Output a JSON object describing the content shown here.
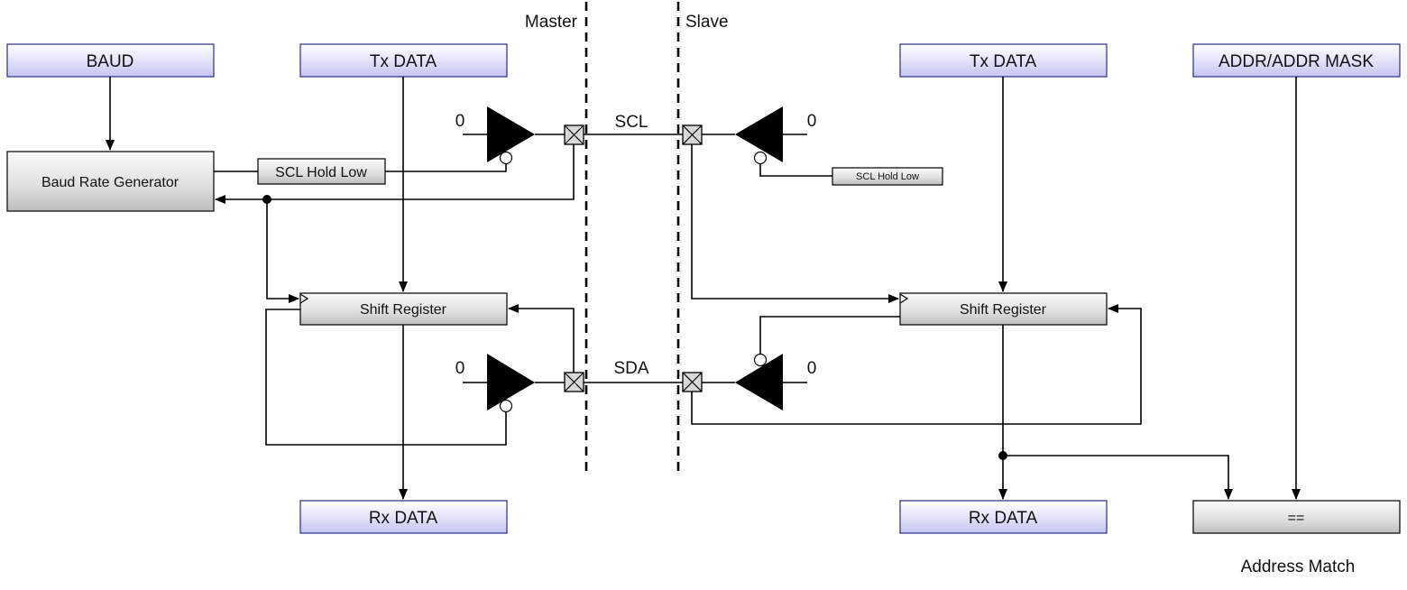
{
  "zones": {
    "master": "Master",
    "slave": "Slave"
  },
  "master": {
    "baud": "BAUD",
    "tx_data": "Tx DATA",
    "baud_rate_generator": "Baud Rate Generator",
    "scl_hold_low": "SCL Hold Low",
    "shift_register": "Shift Register",
    "rx_data": "Rx DATA",
    "scl_driver_input": "0",
    "sda_driver_input": "0"
  },
  "bus": {
    "scl": "SCL",
    "sda": "SDA"
  },
  "slave": {
    "tx_data": "Tx DATA",
    "addr_mask": "ADDR/ADDR MASK",
    "scl_hold_low": "SCL Hold Low",
    "shift_register": "Shift Register",
    "rx_data": "Rx DATA",
    "comparator": "==",
    "address_match": "Address Match",
    "scl_driver_input": "0",
    "sda_driver_input": "0"
  },
  "colors": {
    "blue_box": "#dcdcf8",
    "gray_box": "#d8d8d8",
    "line": "#000000"
  }
}
